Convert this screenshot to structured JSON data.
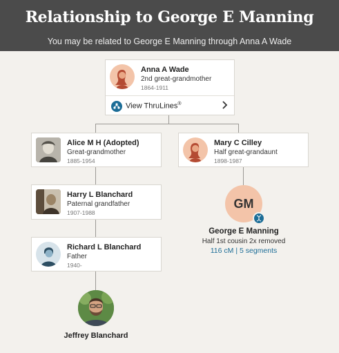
{
  "header": {
    "title": "Relationship to George E Manning",
    "subtitle": "You may be related to George E Manning through Anna A Wade"
  },
  "ancestor": {
    "name": "Anna A Wade",
    "relationship": "2nd great-grandmother",
    "dates": "1864-1911",
    "thrulines_label": "View ThruLines",
    "thrulines_mark": "®"
  },
  "left_line": [
    {
      "name": "Alice M H (Adopted)",
      "relationship": "Great-grandmother",
      "dates": "1885-1954"
    },
    {
      "name": "Harry L Blanchard",
      "relationship": "Paternal grandfather",
      "dates": "1907-1988"
    },
    {
      "name": "Richard L Blanchard",
      "relationship": "Father",
      "dates": "1940-"
    }
  ],
  "self": {
    "name": "Jeffrey Blanchard"
  },
  "right_line": [
    {
      "name": "Mary C Cilley",
      "relationship": "Half great-grandaunt",
      "dates": "1898-1987"
    }
  ],
  "match": {
    "initials": "GM",
    "name": "George E Manning",
    "relationship": "Half 1st cousin 2x removed",
    "shared_dna": "116 cM",
    "separator": "|",
    "segments": "5 segments"
  },
  "colors": {
    "header_bg": "#4b4b4b",
    "page_bg": "#f3f1ed",
    "link": "#1c6d97",
    "female_avatar": "#f3c4a9",
    "male_avatar": "#d7e3ea"
  }
}
